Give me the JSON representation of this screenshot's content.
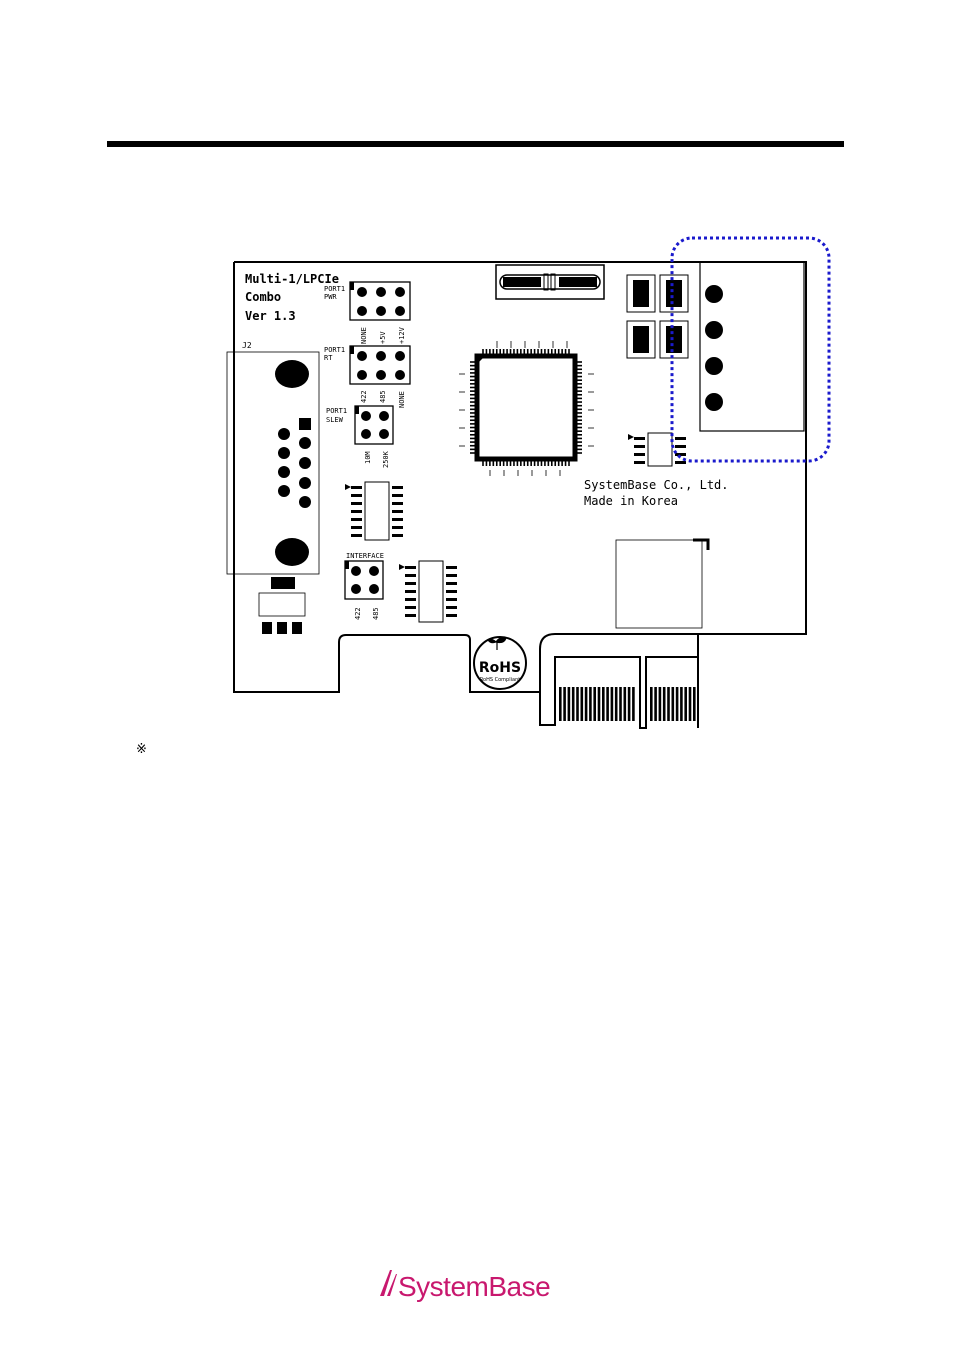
{
  "board": {
    "title_lines": [
      "Multi-1/LPCIe",
      "Combo",
      "Ver  1.3"
    ],
    "connector_label": "J2",
    "port_pwr": {
      "label1": "PORT1",
      "label2": "PWR",
      "options": [
        "NONE",
        "+5V",
        "+12V"
      ]
    },
    "port_rt": {
      "label1": "PORT1",
      "label2": "RT",
      "options": [
        "422",
        "485",
        "NONE"
      ]
    },
    "port_slew": {
      "label1": "PORT1",
      "label2": "SLEW",
      "options": [
        "10M",
        "250K"
      ]
    },
    "interface": {
      "label": "INTERFACE",
      "options": [
        "422",
        "485"
      ]
    },
    "company_lines": [
      "SystemBase Co., Ltd.",
      "Made in Korea"
    ],
    "rohs": {
      "main": "RoHS",
      "sub": "RoHS Compliant"
    }
  },
  "note_symbol": "※",
  "footer": {
    "logo_text": "SystemBase",
    "brand_color": "#c8186e"
  },
  "colors": {
    "highlight": "#1a1acc"
  }
}
